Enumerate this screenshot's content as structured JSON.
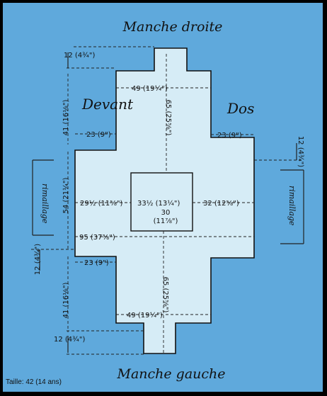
{
  "labels": {
    "top_sleeve": "Manche droite",
    "bottom_sleeve": "Manche gauche",
    "front": "Devant",
    "back": "Dos",
    "ribbing_left": "rimaillage",
    "ribbing_right": "rimaillage",
    "size": "Taille: 42 (14 ans)"
  },
  "dimensions": {
    "top_cuff_height": "12 (4¾\")",
    "top_sleeve_width": "49 (19¼\")",
    "top_left_height": "41 (16⅛\")",
    "top_step_left": "23 (9\")",
    "top_step_right": "23 (9\")",
    "top_sleeve_length": "65 (25⅝\")",
    "right_ribbing": "12 (4¾\")",
    "body_height": "54 (21¼\")",
    "left_side": "29½ (11⅝\")",
    "neck_width": "33½ (13¼\")",
    "right_side": "32 (12⅝\")",
    "neck_height_1": "30",
    "neck_height_2": "(11⅞\")",
    "total_width": "95 (37⅜\")",
    "left_ribbing": "12 (4¾\")",
    "bottom_step": "23 (9\")",
    "bottom_left_height": "41 (16⅛\")",
    "bottom_sleeve_length": "65 (25⅝\")",
    "bottom_sleeve_width": "49 (19¼\")",
    "bottom_cuff_height": "12 (4¾\")"
  }
}
